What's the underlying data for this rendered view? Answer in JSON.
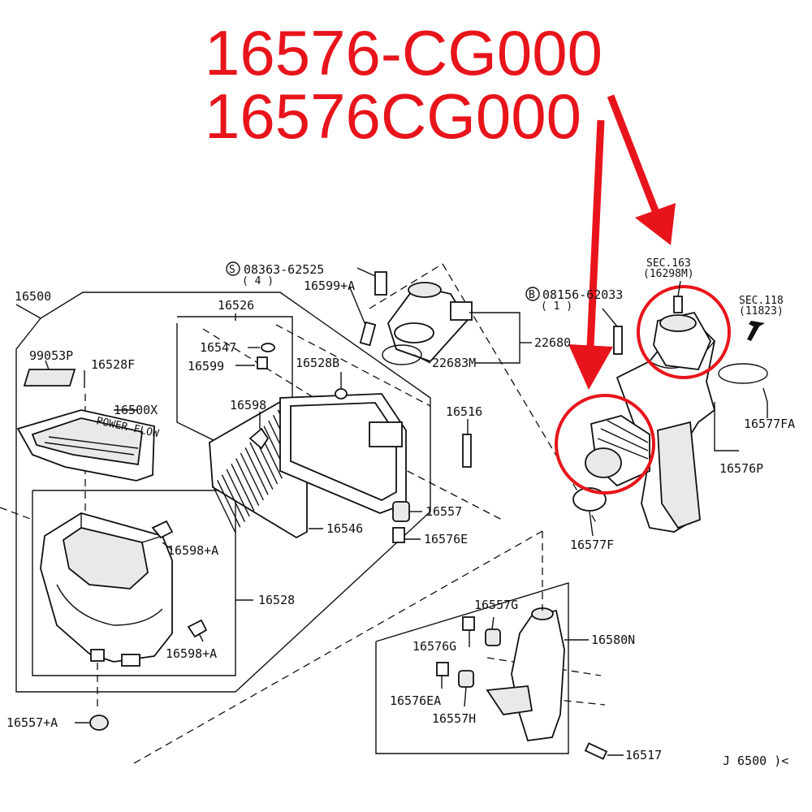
{
  "headline": {
    "line1": "16576-CG000",
    "line2": "16576CG000"
  },
  "colors": {
    "highlight": "#e8141b",
    "drawing": "#111111"
  },
  "labels": {
    "p16500": "16500",
    "p99053p": "99053P",
    "p16528f": "16528F",
    "p16500x": "16500X",
    "s_bolt": "08363-62525",
    "s_bolt_qty": "( 4 )",
    "p16599a": "16599+A",
    "p16526": "16526",
    "p16547": "16547",
    "p16599": "16599",
    "p16528b": "16528B",
    "p22683m": "22683M",
    "p22680": "22680",
    "p16598": "16598",
    "p16516": "16516",
    "p16557": "16557",
    "p16546": "16546",
    "p16576e": "16576E",
    "p16598a_1": "16598+A",
    "p16528": "16528",
    "p16598a_2": "16598+A",
    "p16557a": "16557+A",
    "b_bolt": "08156-62033",
    "b_bolt_qty": "( 1 )",
    "sec163": "SEC.163",
    "sec163_sub": "(16298M)",
    "sec118": "SEC.118",
    "sec118_sub": "(11823)",
    "p16577fa": "16577FA",
    "p16576p": "16576P",
    "p16577f": "16577F",
    "p16557g": "16557G",
    "p16580n": "16580N",
    "p16576g": "16576G",
    "p16576ea": "16576EA",
    "p16557h": "16557H",
    "p16517": "16517",
    "diagram_code": "J 6500 )<",
    "circle_s": "S",
    "circle_b": "B"
  }
}
